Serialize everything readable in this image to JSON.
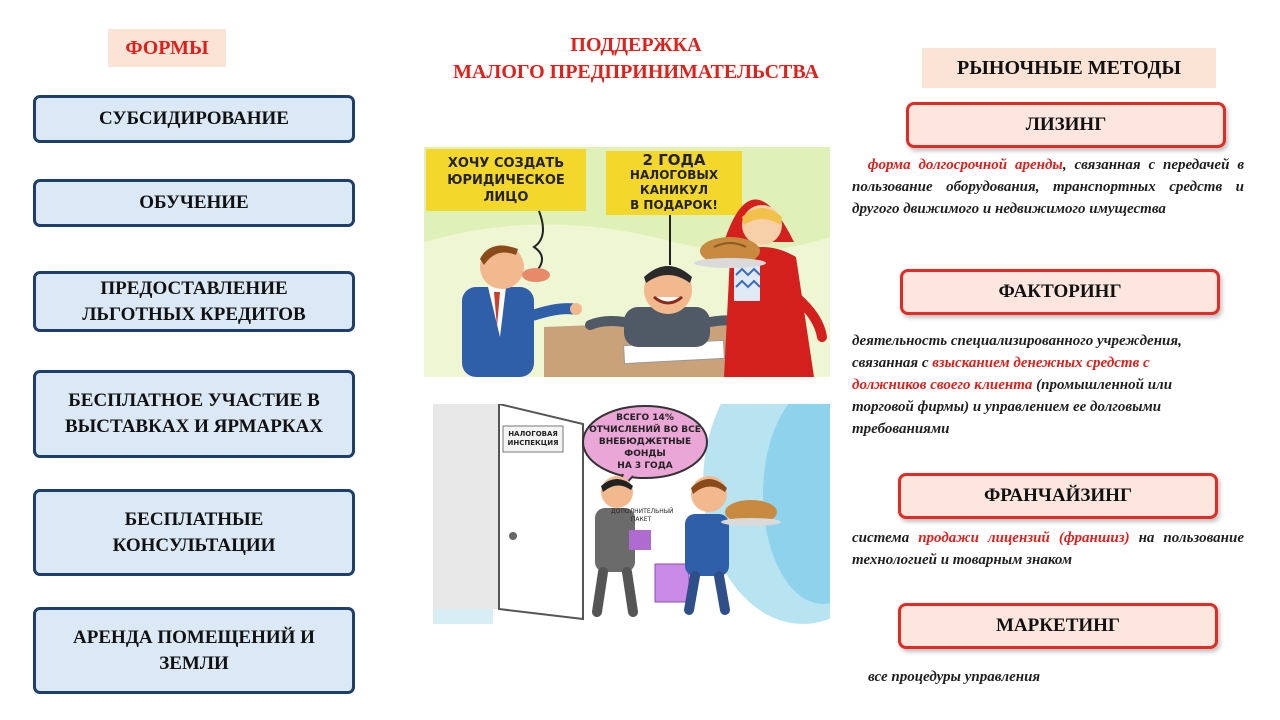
{
  "left": {
    "header": "ФОРМЫ",
    "items": [
      {
        "line1": "СУБСИДИРОВАНИЕ",
        "line2": ""
      },
      {
        "line1": "ОБУЧЕНИЕ",
        "line2": ""
      },
      {
        "line1": "ПРЕДОСТАВЛЕНИЕ",
        "line2": "ЛЬГОТНЫХ КРЕДИТОВ"
      },
      {
        "line1": "БЕСПЛАТНОЕ УЧАСТИЕ В",
        "line2": "ВЫСТАВКАХ И ЯРМАРКАХ"
      },
      {
        "line1": "БЕСПЛАТНЫЕ",
        "line2": "КОНСУЛЬТАЦИИ"
      },
      {
        "line1": "АРЕНДА ПОМЕЩЕНИЙ И",
        "line2": "ЗЕМЛИ"
      }
    ]
  },
  "center": {
    "title_line1": "ПОДДЕРЖКА",
    "title_line2": "МАЛОГО ПРЕДПРИНИМАТЕЛЬСТВА",
    "cartoon1": {
      "bubble_left": [
        "ХОЧУ СОЗДАТЬ",
        "ЮРИДИЧЕСКОЕ",
        "ЛИЦО"
      ],
      "bubble_right": [
        "2 ГОДА",
        "НАЛОГОВЫХ",
        "КАНИКУЛ",
        "В ПОДАРОК!"
      ]
    },
    "cartoon2": {
      "door_sign": [
        "НАЛОГОВАЯ",
        "ИНСПЕКЦИЯ"
      ],
      "bubble": [
        "ВСЕГО 14%",
        "ОТЧИСЛЕНИЙ ВО ВСЕ",
        "ВНЕБЮДЖЕТНЫЕ",
        "ФОНДЫ",
        "НА 3 ГОДА"
      ],
      "package_label": [
        "ДОПОЛНИТЕЛЬНЫЙ",
        "ПАКЕТ"
      ]
    }
  },
  "right": {
    "header": "РЫНОЧНЫЕ МЕТОДЫ",
    "methods": [
      {
        "label": "ЛИЗИНГ",
        "desc_red": "форма долгосрочной аренды",
        "desc_rest": ", связанная с передачей в пользование оборудования, транспортных средств и другого движимого и недвижимого имущества"
      },
      {
        "label": "ФАКТОРИНГ",
        "desc_pre": "деятельность специализированного учреждения, связанная с ",
        "desc_red": "взысканием денежных средств с должников своего клиента",
        "desc_rest": " (промышленной или торговой фирмы) и управлением ее долговыми требованиями"
      },
      {
        "label": "ФРАНЧАЙЗИНГ",
        "desc_pre": "система ",
        "desc_red": "продажи лицензий (франшиз)",
        "desc_rest": " на пользование технологией и товарным знаком"
      },
      {
        "label": "МАРКЕТИНГ",
        "desc_pre": "все процедуры управления"
      }
    ]
  },
  "colors": {
    "accent_red": "#e0201b",
    "left_box_fill": "#dbe8f6",
    "left_box_border": "#1d3f6b",
    "header_fill": "#fbe4d6",
    "method_fill": "#fce6de",
    "method_border": "#e32b25"
  }
}
